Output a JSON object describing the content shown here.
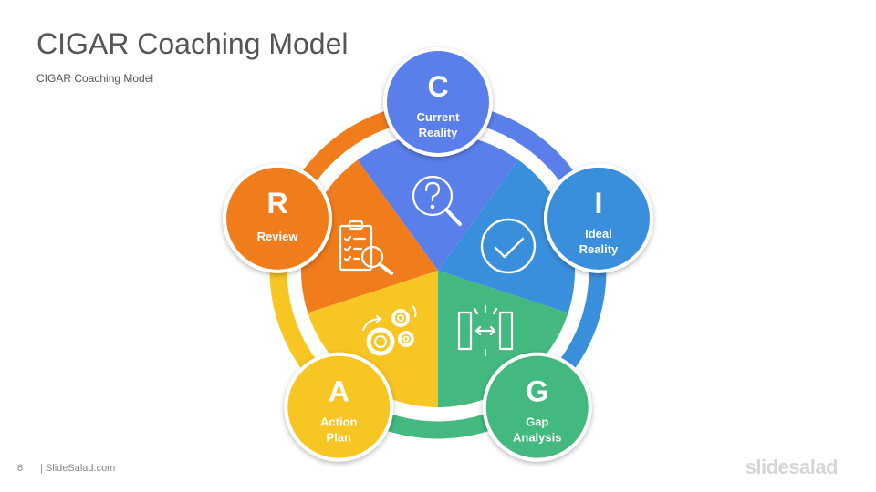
{
  "slide": {
    "title": "CIGAR Coaching Model",
    "subtitle": "CIGAR Coaching  Model",
    "page_number": "6",
    "footer_site": "| SlideSalad.com",
    "brand": "slidesalad"
  },
  "stages": [
    {
      "letter": "C",
      "line1": "Current",
      "line2": "Reality",
      "color": "#5B7FEA",
      "icon": "question-magnifier-icon"
    },
    {
      "letter": "I",
      "line1": "Ideal",
      "line2": "Reality",
      "color": "#3A8FDD",
      "icon": "check-circle-icon"
    },
    {
      "letter": "G",
      "line1": "Gap",
      "line2": "Analysis",
      "color": "#43B97F",
      "icon": "gap-arrows-icon"
    },
    {
      "letter": "A",
      "line1": "Action",
      "line2": "Plan",
      "color": "#F8C623",
      "icon": "gears-icon"
    },
    {
      "letter": "R",
      "line1": "Review",
      "line2": "",
      "color": "#F07C1B",
      "icon": "clipboard-magnifier-icon"
    }
  ]
}
